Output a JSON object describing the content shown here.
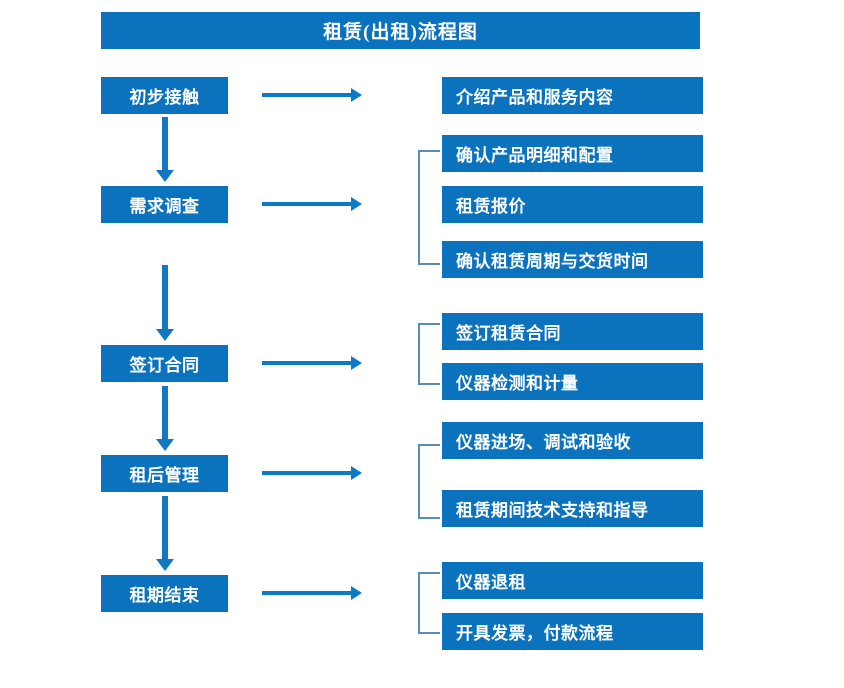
{
  "diagram": {
    "title": "租赁(出租)流程图",
    "colors": {
      "box_fill": "#0b72bd",
      "box_text": "#ffffff",
      "v_arrow": "#1378bf",
      "h_arrow": "#0b7bc8",
      "bracket": "#5b8cb3",
      "background": "#ffffff"
    },
    "stages": [
      {
        "label": "初步接触"
      },
      {
        "label": "需求调查"
      },
      {
        "label": "签订合同"
      },
      {
        "label": "租后管理"
      },
      {
        "label": "租期结束"
      }
    ],
    "groups": [
      {
        "stage": "初步接触",
        "bracket": false,
        "details": [
          {
            "label": "介绍产品和服务内容"
          }
        ]
      },
      {
        "stage": "需求调查",
        "bracket": true,
        "details": [
          {
            "label": "确认产品明细和配置"
          },
          {
            "label": "租赁报价"
          },
          {
            "label": "确认租赁周期与交货时间"
          }
        ]
      },
      {
        "stage": "签订合同",
        "bracket": true,
        "details": [
          {
            "label": "签订租赁合同"
          },
          {
            "label": "仪器检测和计量"
          }
        ]
      },
      {
        "stage": "租后管理",
        "bracket": true,
        "details": [
          {
            "label": "仪器进场、调试和验收"
          },
          {
            "label": "租赁期间技术支持和指导"
          }
        ]
      },
      {
        "stage": "租期结束",
        "bracket": true,
        "details": [
          {
            "label": "仪器退租"
          },
          {
            "label": "开具发票，付款流程"
          }
        ]
      }
    ],
    "connectors": {
      "vertical_arrow_name": "down-arrow-icon",
      "horizontal_arrow_name": "right-arrow-icon",
      "bracket_name": "group-bracket-icon"
    }
  }
}
